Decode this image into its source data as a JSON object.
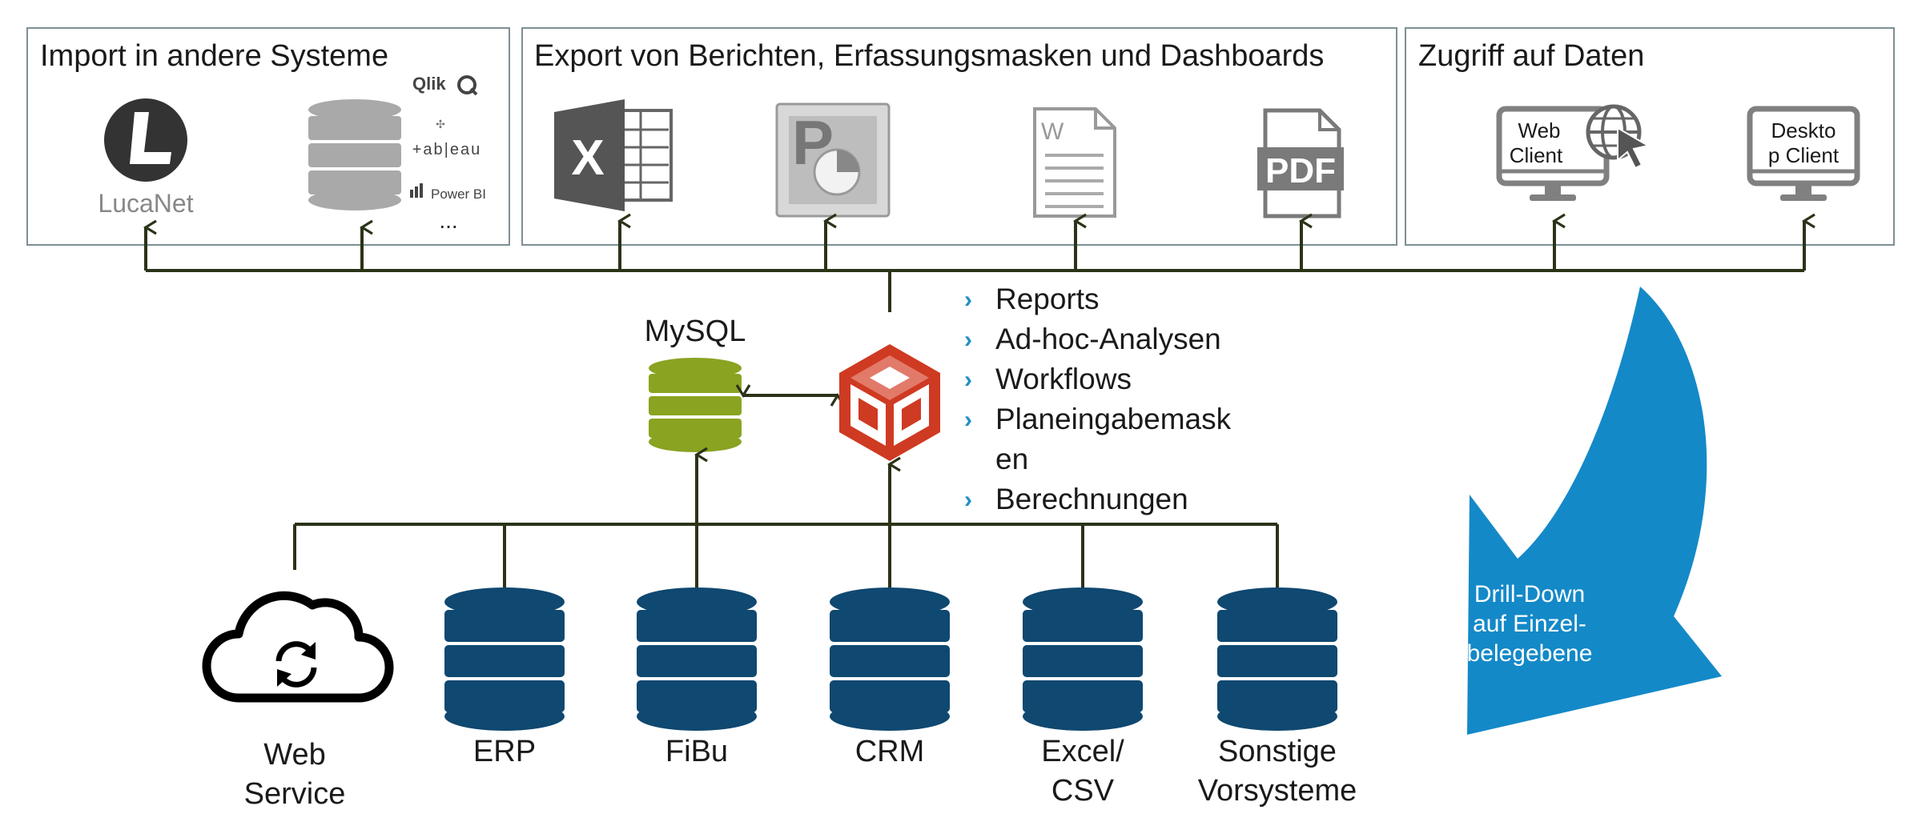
{
  "panels": {
    "import": {
      "title": "Import in andere Systeme",
      "lucanet": "LucaNet",
      "qlik": "Qlik",
      "tableau": "+ab|eau",
      "powerbi": "Power BI",
      "more": "..."
    },
    "export": {
      "title": "Export von Berichten, Erfassungsmasken und Dashboards",
      "excel": "X",
      "powerpoint": "P",
      "word": "W",
      "pdf": "PDF"
    },
    "access": {
      "title": "Zugriff auf Daten",
      "web_client_l1": "Web",
      "web_client_l2": "Client",
      "desktop_client_l1": "Deskto",
      "desktop_client_l2": "p Client"
    }
  },
  "center": {
    "mysql": "MySQL",
    "features": [
      "Reports",
      "Ad-hoc-Analysen",
      "Workflows",
      "Planeingabemask",
      "en",
      "Berechnungen"
    ],
    "bullet": "›"
  },
  "sources": [
    {
      "l1": "Web",
      "l2": "Service"
    },
    {
      "l1": "ERP",
      "l2": ""
    },
    {
      "l1": "FiBu",
      "l2": ""
    },
    {
      "l1": "CRM",
      "l2": ""
    },
    {
      "l1": "Excel/",
      "l2": "CSV"
    },
    {
      "l1": "Sonstige",
      "l2": "Vorsysteme"
    }
  ],
  "drilldown": {
    "l1": "Drill-Down",
    "l2": "auf Einzel-",
    "l3": "belegebene"
  },
  "colors": {
    "line": "#2b3318",
    "panel_border": "#7e8f94",
    "db_navy": "#0f4870",
    "db_green": "#8aa321",
    "db_grey": "#a9a9a9",
    "cube_red": "#cf3a22",
    "arrow_blue": "#1489c8",
    "bullet": "#1e8fc6"
  }
}
